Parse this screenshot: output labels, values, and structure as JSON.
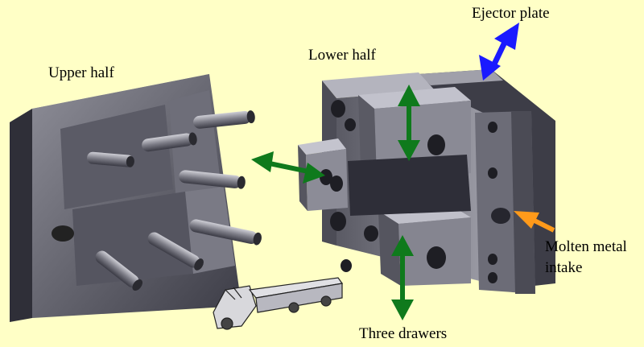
{
  "labels": {
    "ejector_plate": "Ejector plate",
    "lower_half": "Lower half",
    "upper_half": "Upper half",
    "molten_metal_line1": "Molten metal",
    "molten_metal_line2": "intake",
    "three_drawers": "Three drawers"
  },
  "colors": {
    "background": "#ffffc6",
    "ejector_arrow": "#1a1aff",
    "drawer_arrow": "#0f7a1c",
    "intake_arrow": "#ff9a1a"
  }
}
